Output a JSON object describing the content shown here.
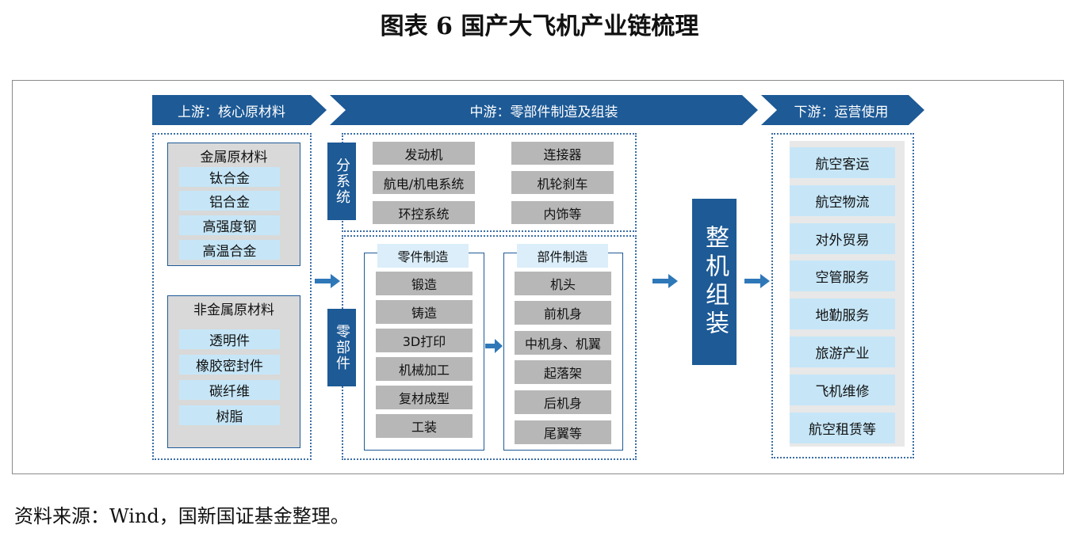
{
  "title": "图表 6  国产大飞机产业链梳理",
  "banners": {
    "upstream": "上游：核心原材料",
    "midstream": "中游：零部件制造及组装",
    "downstream": "下游：运营使用"
  },
  "upstream": {
    "metal": {
      "title": "金属原材料",
      "items": [
        "钛合金",
        "铝合金",
        "高强度钢",
        "高温合金"
      ]
    },
    "nonmetal": {
      "title": "非金属原材料",
      "items": [
        "透明件",
        "橡胶密封件",
        "碳纤维",
        "树脂"
      ]
    }
  },
  "midstream": {
    "subsystem": {
      "label": "分系统",
      "left": [
        "发动机",
        "航电/机电系统",
        "环控系统"
      ],
      "right": [
        "连接器",
        "机轮刹车",
        "内饰等"
      ]
    },
    "parts": {
      "label": "零部件",
      "components": {
        "title": "零件制造",
        "items": [
          "锻造",
          "铸造",
          "3D打印",
          "机械加工",
          "复材成型",
          "工装"
        ]
      },
      "assemblies": {
        "title": "部件制造",
        "items": [
          "机头",
          "前机身",
          "中机身、机翼",
          "起落架",
          "后机身",
          "尾翼等"
        ]
      }
    },
    "final_assembly": "整机组装"
  },
  "downstream": {
    "items": [
      "航空客运",
      "航空物流",
      "对外贸易",
      "空管服务",
      "地勤服务",
      "旅游产业",
      "飞机维修",
      "航空租赁等"
    ]
  },
  "source": "资料来源：Wind，国新国证基金整理。",
  "colors": {
    "primary": "#1d5a96",
    "light_blue": "#c6e6f7",
    "gray_item": "#b7b7b7",
    "gray_box": "#d9d9d9"
  }
}
